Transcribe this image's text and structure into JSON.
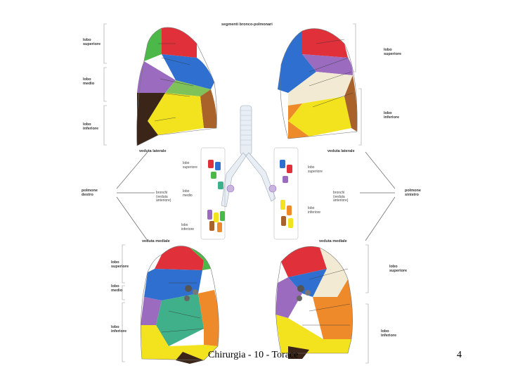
{
  "figure": {
    "title": "segmenti bronco-polmonari",
    "labels": {
      "lobo_superiore": "lobo\nsuperiore",
      "lobo_medio": "lobo\nmedio",
      "lobo_inferiore": "lobo\ninferiore",
      "veduta_laterale": "veduta laterale",
      "veduta_mediale": "veduta mediale",
      "polmone_destro": "polmone\ndestro",
      "polmone_sinistro": "polmone\nsinistro",
      "bronchi_destro": "bronchi\n(veduta\nanteriore)",
      "bronchi_sinistro": "bronchi\n(veduta\nanteriore)"
    },
    "colors": {
      "red": "#e0303a",
      "blue": "#2f6fd0",
      "green": "#4cb84a",
      "purple": "#9a6bbf",
      "yellow": "#f2e31e",
      "orange": "#ee8a2a",
      "brown": "#a8622a",
      "dark": "#3a2518",
      "cream": "#f2ead2",
      "teal": "#3fb08a"
    }
  },
  "footer": {
    "title": "Chirurgia - 10 - Torace",
    "page_number": "4"
  }
}
